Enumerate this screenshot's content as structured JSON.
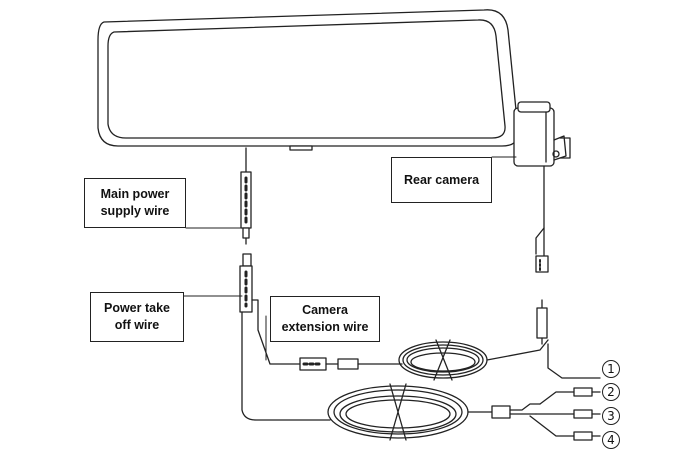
{
  "labels": {
    "main_power": [
      "Main power",
      "supply wire"
    ],
    "rear_camera": "Rear camera",
    "power_take_off": [
      "Power take",
      "off wire"
    ],
    "camera_extension": [
      "Camera",
      "extension wire"
    ]
  },
  "numbers": [
    "1",
    "2",
    "3",
    "4"
  ]
}
